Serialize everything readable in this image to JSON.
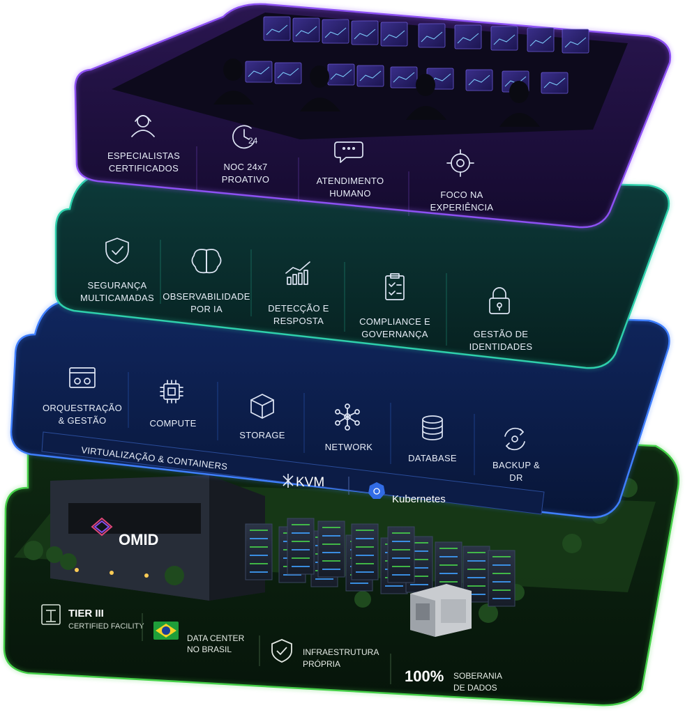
{
  "layers": {
    "service": {
      "color": "#7b3fe4",
      "items": [
        {
          "icon": "user-headset-icon",
          "lines": [
            "ESPECIALISTAS",
            "CERTIFICADOS"
          ]
        },
        {
          "icon": "clock-24-icon",
          "lines": [
            "NOC 24x7",
            "PROATIVO"
          ]
        },
        {
          "icon": "chat-bubble-icon",
          "lines": [
            "ATENDIMENTO",
            "HUMANO"
          ]
        },
        {
          "icon": "target-icon",
          "lines": [
            "FOCO NA",
            "EXPERIÊNCIA"
          ]
        }
      ]
    },
    "security": {
      "color": "#1fa88a",
      "items": [
        {
          "icon": "shield-check-icon",
          "lines": [
            "SEGURANÇA",
            "MULTICAMADAS"
          ]
        },
        {
          "icon": "brain-icon",
          "lines": [
            "OBSERVABILIDADE",
            "POR IA"
          ]
        },
        {
          "icon": "chart-trend-icon",
          "lines": [
            "DETECÇÃO E",
            "RESPOSTA"
          ]
        },
        {
          "icon": "clipboard-check-icon",
          "lines": [
            "COMPLIANCE E",
            "GOVERNANÇA"
          ]
        },
        {
          "icon": "padlock-icon",
          "lines": [
            "GESTÃO DE",
            "IDENTIDADES"
          ]
        }
      ]
    },
    "platform": {
      "color": "#2f6fe8",
      "items": [
        {
          "icon": "console-window-icon",
          "lines": [
            "ORQUESTRAÇÃO",
            "& GESTÃO"
          ]
        },
        {
          "icon": "chip-icon",
          "lines": [
            "COMPUTE"
          ]
        },
        {
          "icon": "cube-icon",
          "lines": [
            "STORAGE"
          ]
        },
        {
          "icon": "network-nodes-icon",
          "lines": [
            "NETWORK"
          ]
        },
        {
          "icon": "database-icon",
          "lines": [
            "DATABASE"
          ]
        },
        {
          "icon": "backup-cycle-icon",
          "lines": [
            "BACKUP &",
            "DR"
          ]
        }
      ],
      "virtualization_label": "VIRTUALIZAÇÃO & CONTAINERS",
      "kvm_label": "KVM",
      "kubernetes_label": "Kubernetes"
    },
    "infrastructure": {
      "color": "#3dbb3a",
      "brand": "OMID",
      "badges": {
        "tier": {
          "title": "TIER III",
          "subtitle": "CERTIFIED FACILITY"
        },
        "brazil": {
          "line1": "DATA CENTER",
          "line2": "NO BRASIL"
        },
        "own": {
          "line1": "INFRAESTRUTURA",
          "line2": "PRÓPRIA"
        },
        "sovereignty": {
          "value": "100%",
          "line1": "SOBERANIA",
          "line2": "DE DADOS"
        }
      }
    }
  }
}
